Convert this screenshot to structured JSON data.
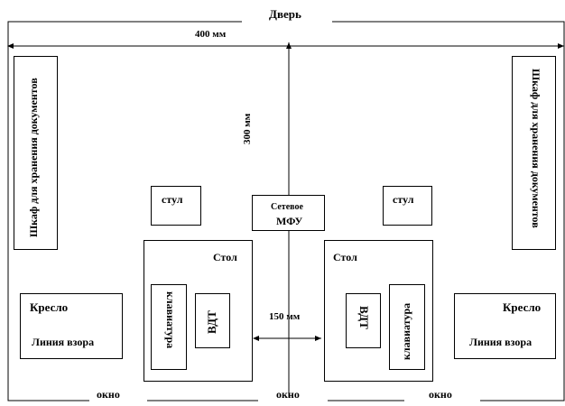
{
  "door_label": "Дверь",
  "width_label": "400 мм",
  "depth_label": "300 мм",
  "gap_label": "150 мм",
  "cabinet_left_label": "Шкаф для хранения документов",
  "cabinet_right_label": "Шкаф для хранения документов",
  "chair_left_label": "стул",
  "chair_right_label": "стул",
  "mfu_label_line1": "Сетевое",
  "mfu_label_line2": "МФУ",
  "desk_left_label": "Стол",
  "desk_right_label": "Стол",
  "keyboard_left_label": "клавиатура",
  "keyboard_right_label": "клавиатура",
  "vdt_left_label": "ВДТ",
  "vdt_right_label": "ВДТ",
  "armchair_left_label": "Кресло",
  "armchair_right_label": "Кресло",
  "sightline_left_label": "Линия взора",
  "sightline_right_label": "Линия взора",
  "windows": [
    "окно",
    "окно",
    "окно"
  ]
}
